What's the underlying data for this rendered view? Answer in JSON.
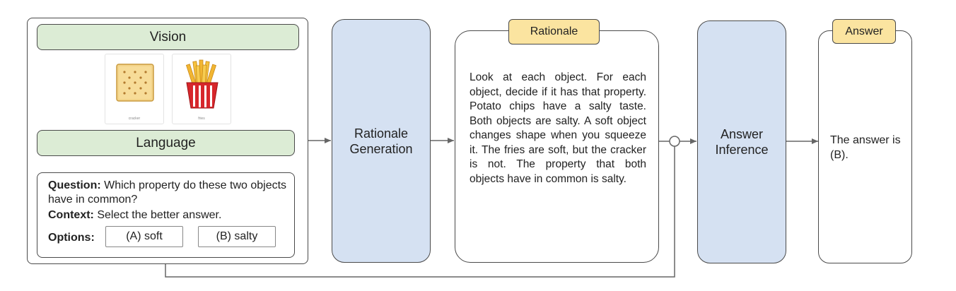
{
  "input_panel": {
    "vision_label": "Vision",
    "images": [
      {
        "name": "cracker-image",
        "caption": "cracker"
      },
      {
        "name": "fries-image",
        "caption": "fries"
      }
    ],
    "language_label": "Language",
    "question_label": "Question:",
    "question_text": "Which property do these two objects have in common?",
    "context_label": "Context:",
    "context_text": "Select the better answer.",
    "options_label": "Options:",
    "options": [
      "(A) soft",
      "(B) salty"
    ]
  },
  "rationale_generation": {
    "line1": "Rationale",
    "line2": "Generation"
  },
  "rationale": {
    "tag": "Rationale",
    "text": "Look at each object. For each object, decide if it has that property. Potato chips have a salty taste. Both objects are salty. A soft object changes shape when you squeeze it. The fries are soft, but the cracker is not. The property that both objects have in common is salty."
  },
  "answer_inference": {
    "line1": "Answer",
    "line2": "Inference"
  },
  "answer": {
    "tag": "Answer",
    "text": "The answer is (B)."
  },
  "colors": {
    "green_header": "#dcecd5",
    "blue_box": "#d5e1f2",
    "yellow_tag": "#fbe4a0",
    "border": "#4a4a4a",
    "arrow": "#666666"
  }
}
